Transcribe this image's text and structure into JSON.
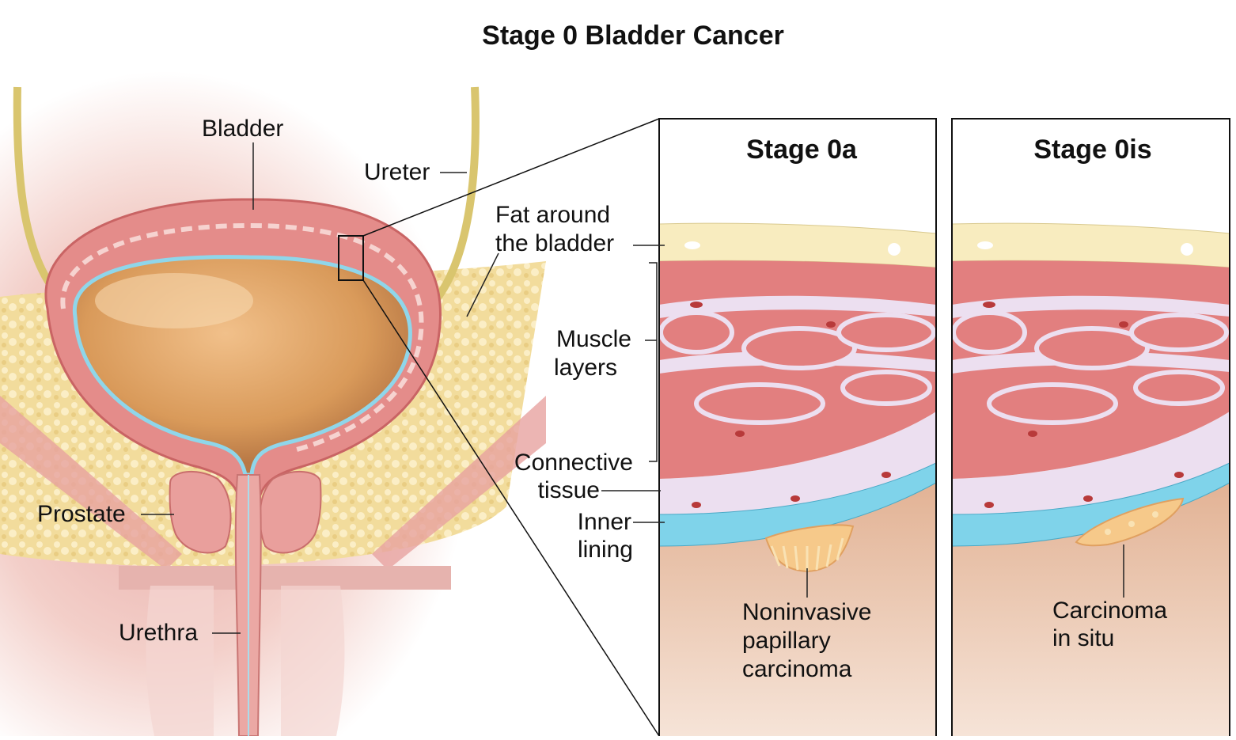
{
  "title": "Stage 0 Bladder Cancer",
  "panels": {
    "left_title": "Stage 0a",
    "right_title": "Stage 0is"
  },
  "labels": {
    "bladder": "Bladder",
    "ureter": "Ureter",
    "prostate": "Prostate",
    "urethra": "Urethra",
    "fat_line1": "Fat around",
    "fat_line2": "the bladder",
    "muscle_line1": "Muscle",
    "muscle_line2": "layers",
    "connective_line1": "Connective",
    "connective_line2": "tissue",
    "inner_line1": "Inner",
    "inner_line2": "lining",
    "papillary_line1": "Noninvasive",
    "papillary_line2": "papillary",
    "papillary_line3": "carcinoma",
    "cis_line1": "Carcinoma",
    "cis_line2": "in situ"
  },
  "colors": {
    "fat": "#f8ecbf",
    "muscle": "#e27f7f",
    "connective": "#ecdff0",
    "inner_lining": "#7fd3ea",
    "urine": "#d99a5a",
    "tumor": "#f6c98a"
  }
}
